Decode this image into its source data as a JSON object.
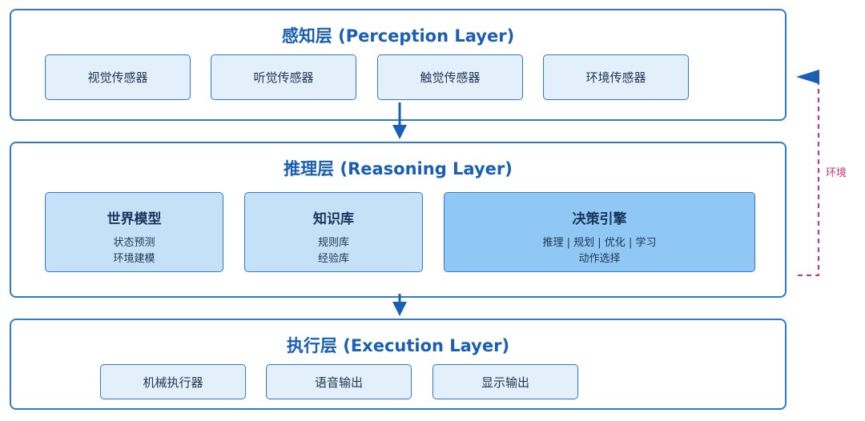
{
  "perception": {
    "title": "感知层 (Perception Layer)",
    "items": [
      "视觉传感器",
      "听觉传感器",
      "触觉传感器",
      "环境传感器"
    ]
  },
  "reasoning": {
    "title": "推理层 (Reasoning Layer)",
    "modules": [
      {
        "name": "世界模型",
        "lines": [
          "状态预测",
          "环境建模"
        ]
      },
      {
        "name": "知识库",
        "lines": [
          "规则库",
          "经验库"
        ]
      },
      {
        "name": "决策引擎",
        "lines": [
          "推理 | 规划 | 优化 | 学习",
          "动作选择"
        ]
      }
    ]
  },
  "execution": {
    "title": "执行层 (Execution Layer)",
    "items": [
      "机械执行器",
      "语音输出",
      "显示输出"
    ]
  },
  "feedback_loop": {
    "label": "环境",
    "color": "#d6336c"
  },
  "colors": {
    "border": "#2f7bd0",
    "title": "#1a5fb4",
    "box_fill": "#e3f0fc",
    "module_fill": "#c5e1f8",
    "engine_fill": "#90c8f5"
  }
}
